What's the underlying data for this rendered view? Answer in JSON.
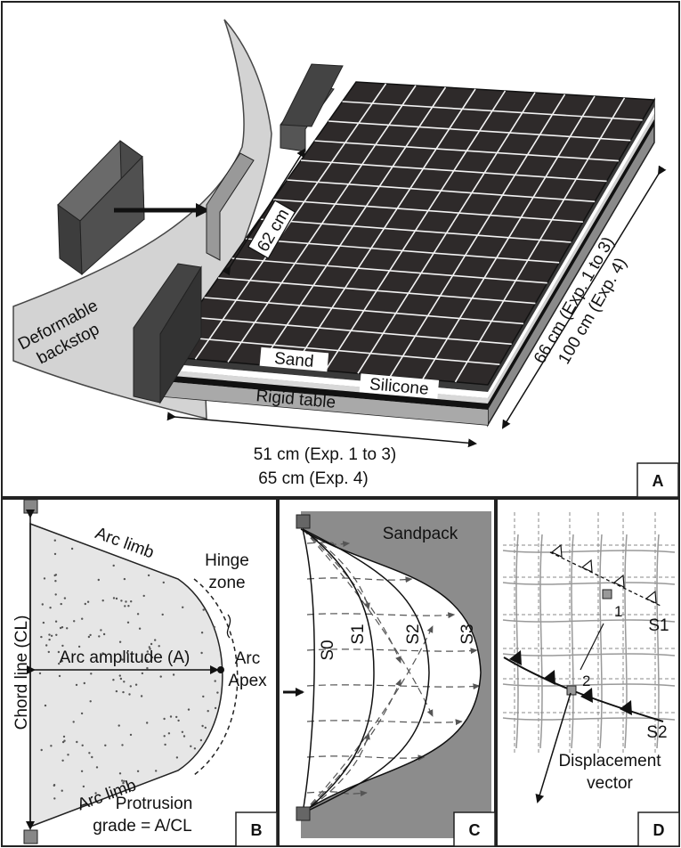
{
  "panel_a": {
    "letter": "A",
    "deformable_backstop_line1": "Deformable",
    "deformable_backstop_line2": "backstop",
    "width_62": "62 cm",
    "sand": "Sand",
    "silicone": "Silicone",
    "rigid_table": "Rigid table",
    "length_line1": "66 cm (Exp. 1 to 3)",
    "length_line2": "100 cm (Exp. 4)",
    "width_line1": "51 cm (Exp. 1 to 3)",
    "width_line2": "65 cm (Exp. 4)"
  },
  "panel_b": {
    "letter": "B",
    "arc_limb_top": "Arc limb",
    "arc_limb_bottom": "Arc limb",
    "hinge_line1": "Hinge",
    "hinge_line2": "zone",
    "arc_amplitude": "Arc amplitude (A)",
    "arc_apex_line1": "Arc",
    "arc_apex_line2": "Apex",
    "chord_line": "Chord line (CL)",
    "protrusion_line1": "Protrusion",
    "protrusion_line2": "grade = A/CL"
  },
  "panel_c": {
    "letter": "C",
    "sandpack": "Sandpack",
    "stages": [
      "S0",
      "S1",
      "S2",
      "S3"
    ]
  },
  "panel_d": {
    "letter": "D",
    "point1": "1",
    "point2": "2",
    "s1": "S1",
    "s2": "S2",
    "displacement_line1": "Displacement",
    "displacement_line2": "vector"
  }
}
